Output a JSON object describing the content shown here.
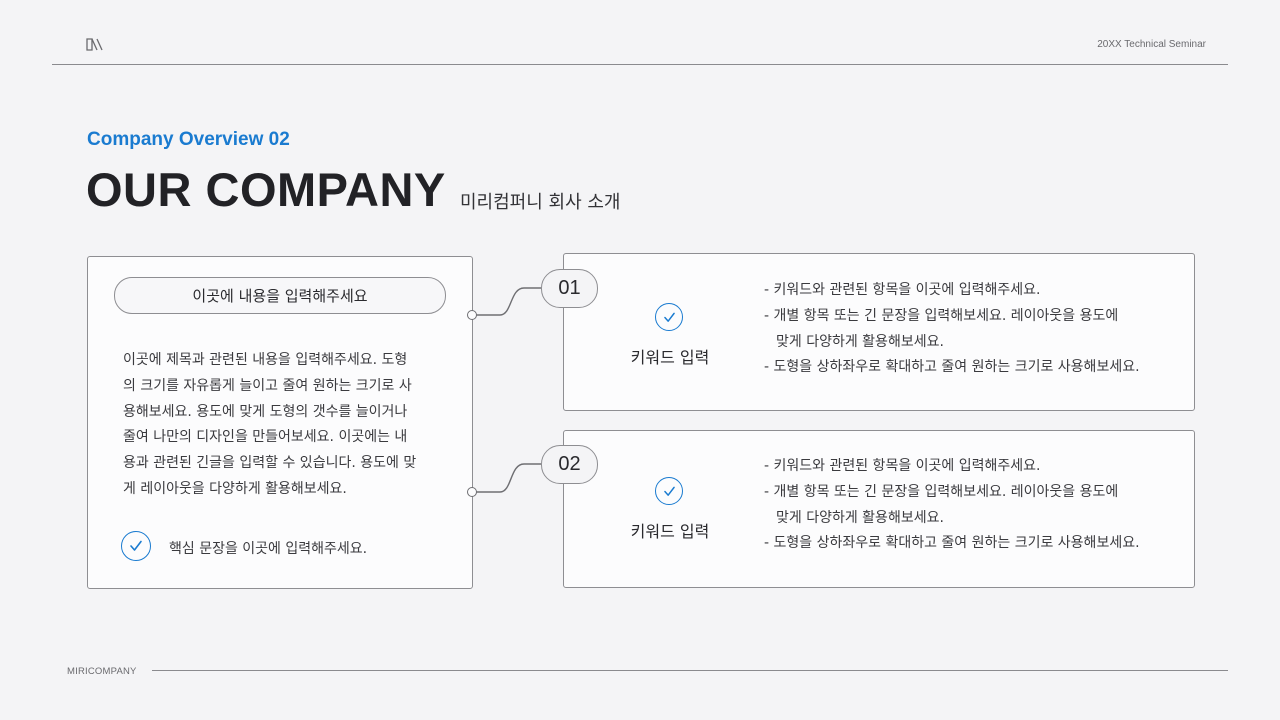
{
  "header": {
    "logo_icon": "miri-logo-icon",
    "right_text": "20XX Technical Seminar"
  },
  "title_block": {
    "kicker": "Company Overview 02",
    "title": "OUR COMPANY",
    "subtitle": "미리컴퍼니 회사 소개"
  },
  "left_card": {
    "pill_text": "이곳에 내용을 입력해주세요",
    "body_lines": [
      "이곳에 제목과 관련된 내용을 입력해주세요. 도형",
      "의 크기를 자유롭게 늘이고 줄여 원하는 크기로 사",
      "용해보세요. 용도에 맞게 도형의 갯수를 늘이거나",
      "줄여 나만의 디자인을 만들어보세요. 이곳에는 내",
      "용과 관련된 긴글을 입력할 수 있습니다. 용도에 맞",
      "게 레이아웃을 다양하게 활용해보세요."
    ],
    "check_icon": "check-circle-icon",
    "key_sentence": "핵심 문장을 이곳에 입력해주세요."
  },
  "items": [
    {
      "number": "01",
      "icon": "check-circle-icon",
      "keyword": "키워드 입력",
      "bullets": [
        "- 키워드와 관련된 항목을 이곳에 입력해주세요.",
        "- 개별 항목 또는 긴 문장을 입력해보세요. 레이아웃을 용도에",
        "맞게 다양하게 활용해보세요.",
        "- 도형을 상하좌우로 확대하고 줄여 원하는 크기로 사용해보세요."
      ]
    },
    {
      "number": "02",
      "icon": "check-circle-icon",
      "keyword": "키워드 입력",
      "bullets": [
        "- 키워드와 관련된 항목을 이곳에 입력해주세요.",
        "- 개별 항목 또는 긴 문장을 입력해보세요. 레이아웃을 용도에",
        "맞게 다양하게 활용해보세요.",
        "- 도형을 상하좌우로 확대하고 줄여 원하는 크기로 사용해보세요."
      ]
    }
  ],
  "footer": {
    "brand": "MIRICOMPANY"
  },
  "colors": {
    "accent": "#1a7bd0",
    "background": "#f4f4f6",
    "card": "#fcfcfd",
    "border": "#8e8e92",
    "text": "#2a2a2e"
  }
}
